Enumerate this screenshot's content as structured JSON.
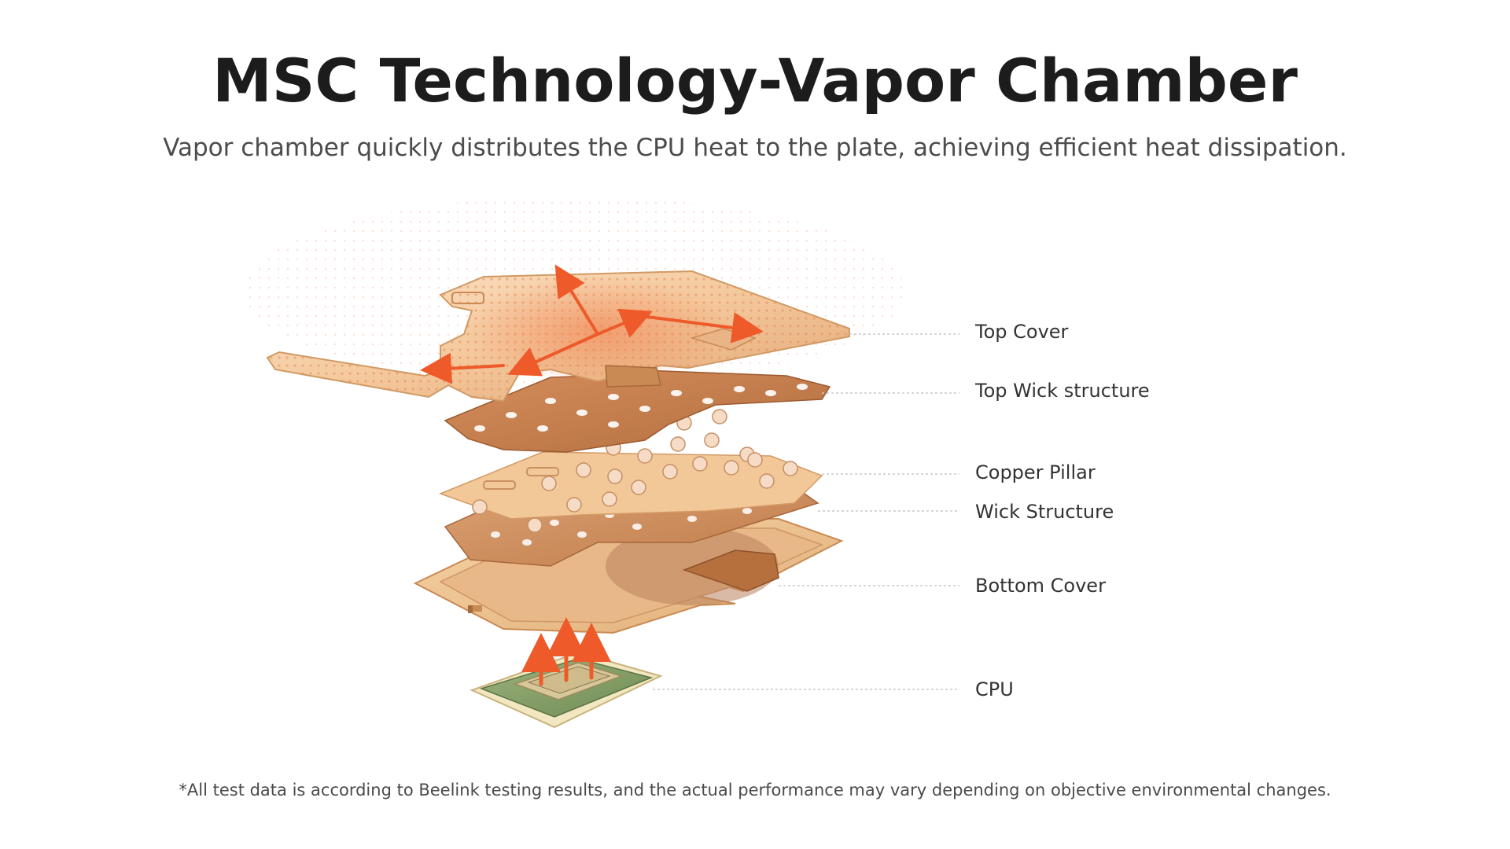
{
  "header": {
    "title": "MSC Technology-Vapor Chamber",
    "subtitle": "Vapor chamber quickly distributes the CPU heat to the plate, achieving efficient heat dissipation."
  },
  "diagram": {
    "labels": {
      "top_cover": "Top Cover",
      "top_wick": "Top Wick structure",
      "copper_pillar": "Copper Pillar",
      "wick_structure": "Wick Structure",
      "bottom_cover": "Bottom Cover",
      "cpu": "CPU"
    },
    "colors": {
      "copper_light": "#f3c9a0",
      "copper_mid": "#d99a68",
      "copper_dark": "#b8703f",
      "arrow": "#ee5a2a",
      "pcb": "#7f9b62",
      "leader": "#c8c8c8"
    }
  },
  "footer": {
    "note": "*All test data is according to Beelink testing results, and the actual performance may vary depending on objective environmental changes."
  }
}
